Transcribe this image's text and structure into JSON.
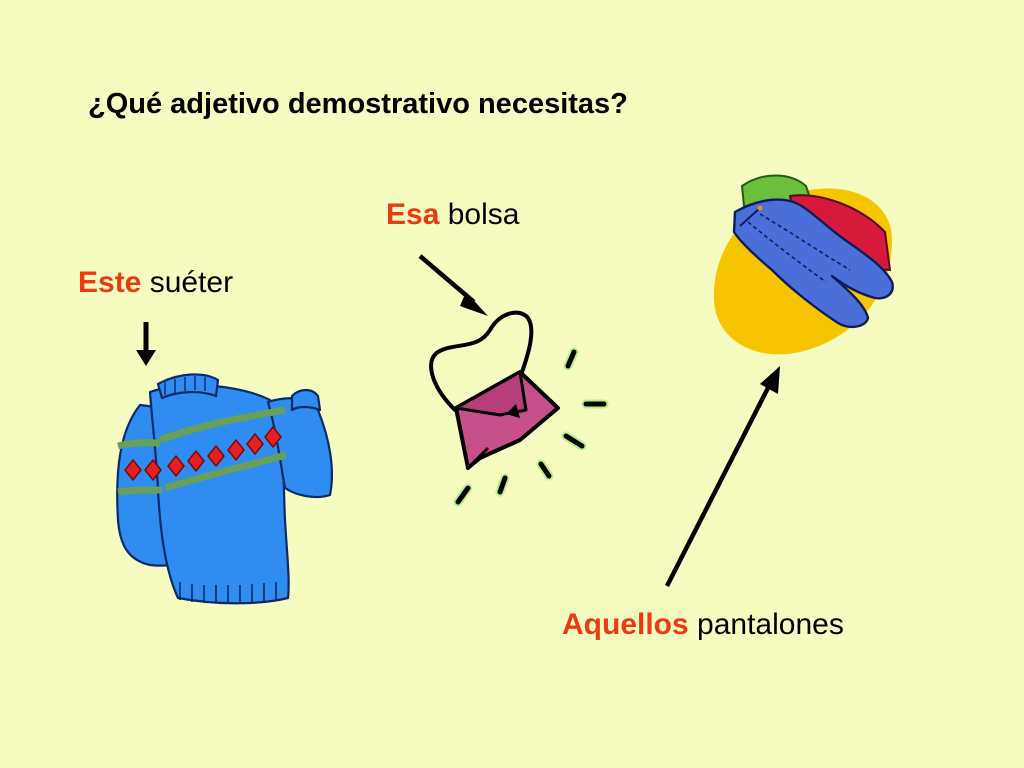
{
  "slide": {
    "title": "¿Qué adjetivo demostrativo necesitas?",
    "items": [
      {
        "demonstrative": "Este",
        "noun": "suéter"
      },
      {
        "demonstrative": "Esa",
        "noun": "bolsa"
      },
      {
        "demonstrative": "Aquellos",
        "noun": "pantalones"
      }
    ]
  },
  "colors": {
    "background": "#f6fbc0",
    "demonstrative_text": "#ee3a10",
    "sweater": "#2f8cf0",
    "bag": "#c8508a",
    "jeans": "#4a6fd8",
    "jeans_backdrop": "#f7c400"
  },
  "icons": [
    "sweater-clipart",
    "bag-clipart",
    "jeans-clipart",
    "arrow"
  ]
}
